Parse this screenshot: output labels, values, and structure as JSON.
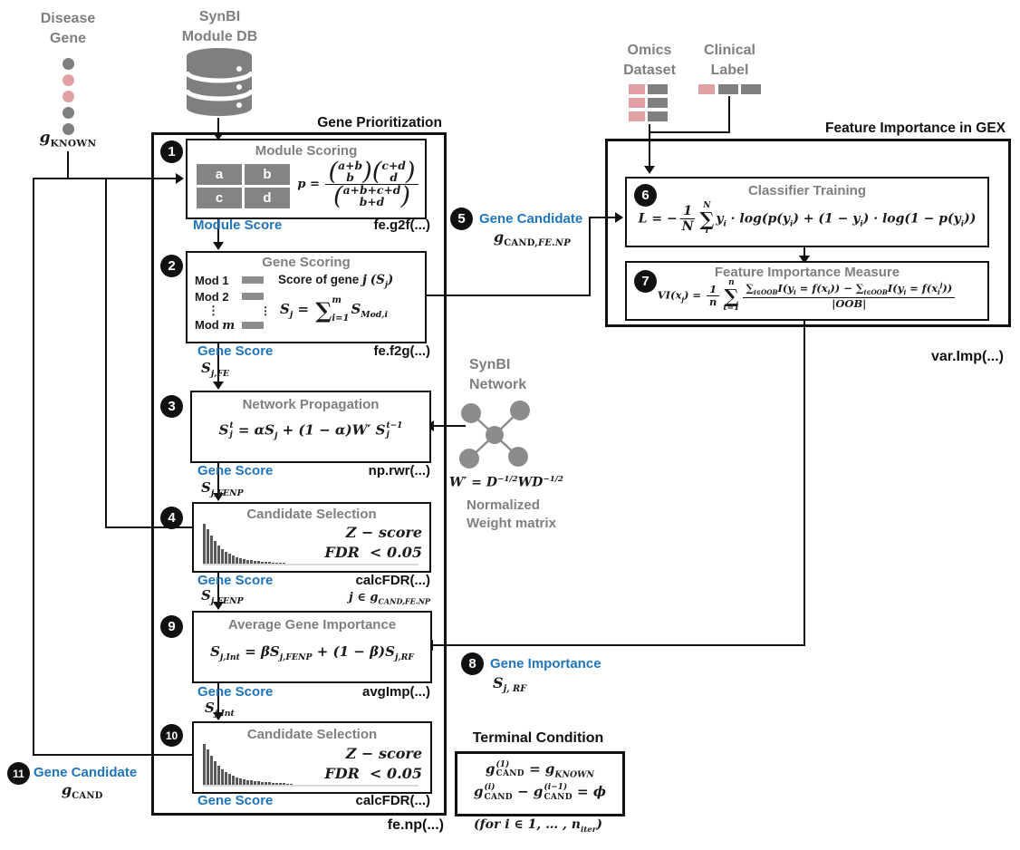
{
  "palette": {
    "blue": "#2175BC",
    "gray": "#7f7f7f",
    "pink": "#e0a0a4",
    "bar_dark": "#595959",
    "line": "#111111"
  },
  "sources": {
    "disease_gene": {
      "label": "Disease\nGene",
      "symbol_html": "g<sub class='rm'>KNOWN</sub>",
      "dot_colors": [
        "#7f7f7f",
        "#e0a0a4",
        "#e0a0a4",
        "#7f7f7f",
        "#7f7f7f"
      ]
    },
    "module_db": {
      "label": "SynBI\nModule DB"
    },
    "omics": {
      "label": "Omics\nDataset"
    },
    "clinical": {
      "label": "Clinical\nLabel"
    },
    "synbi_network": {
      "label": "SynBI\nNetwork",
      "weight_eq_html": "W′ = D<sup>−1/2</sup>WD<sup>−1/2</sup>",
      "caption": "Normalized\nWeight matrix"
    }
  },
  "gene_prioritization": {
    "title": "Gene Prioritization",
    "footer_fn": "fe.np(...)",
    "step1": {
      "num": "1",
      "title": "Module Scoring",
      "cells": [
        "a",
        "b",
        "c",
        "d"
      ],
      "eq_html": "p = <span class='fr'><span class='nu'><span class='bn'><span class='par'>(</span><span class='st'><span>a+b</span><span>b</span></span><span class='par'>)</span></span><span class='bn'><span class='par'>(</span><span class='st'><span>c+d</span><span>d</span></span><span class='par'>)</span></span></span><span class='de'><span class='bn'><span class='par'>(</span><span class='st'><span>a+b+c+d</span><span>b+d</span></span><span class='par'>)</span></span></span></span>",
      "out_label": "Module Score",
      "fn": "fe.g2f(...)"
    },
    "step2": {
      "num": "2",
      "title": "Gene Scoring",
      "rows_html": [
        "Mod 1",
        "Mod 2",
        "⋮",
        "Mod <i class='math'>m</i>"
      ],
      "caption_html": "Score of gene <span class='math'>j</span> <span class='math'>(S<sub>j</sub>)</span>",
      "eq_html": "S<sub>j</sub> = <span class='sum2'><span class='sg'>∑</span><span class='col'><span>m</span><span>i=1</span></span></span>S<sub>Mod,i</sub>",
      "out_label": "Gene Score",
      "fn": "fe.f2g(...)",
      "out_sym_html": "S<sub>j,FE</sub>"
    },
    "step3": {
      "num": "3",
      "title": "Network Propagation",
      "eq_html": "S<span class='ssv'><span>t</span><span>j</span></span> = αS<sub>j</sub> + (1 − α)W′ S<span class='ssv'><span>t−1</span><span>j</span></span>",
      "out_label": "Gene Score",
      "fn": "np.rwr(...)",
      "out_sym_html": "S<sub>j,FENP</sub>"
    },
    "step4": {
      "num": "4",
      "title": "Candidate Selection",
      "crit1_html": "Z − score",
      "crit2_html": "FDR &nbsp;&lt; 0.05",
      "out_label": "Gene Score",
      "fn": "calcFDR(...)",
      "out_sym_html": "S<sub>j,FENP</sub>",
      "member_html": "j ∈ g<sub>CAND,FE.NP</sub>"
    },
    "step9": {
      "num": "9",
      "title": "Average Gene Importance",
      "eq_html": "S<sub>j,Int</sub> = βS<sub>j,FENP</sub> + (1 − β)S<sub>j,RF</sub>",
      "out_label": "Gene Score",
      "fn": "avgImp(...)",
      "out_sym_html": "S<sub>j,Int</sub>"
    },
    "step10": {
      "num": "10",
      "title": "Candidate Selection",
      "crit1_html": "Z − score",
      "crit2_html": "FDR &nbsp;&lt; 0.05",
      "out_label": "Gene Score",
      "fn": "calcFDR(...)"
    }
  },
  "feature_importance": {
    "title": "Feature Importance in GEX",
    "fn": "var.Imp(...)",
    "step6": {
      "num": "6",
      "title": "Classifier Training",
      "eq_html": "L = −<span class='fr'><span class='nu'>1</span><span class='de'>N</span></span><span class='sum'><span class='lt'>N</span><span class='sg'>∑</span><span class='lb'>i</span></span>y<sub>i</sub> · log(p(y<sub>i</sub>) + (1 − y<sub>i</sub>) · log(1 − p(y<sub>i</sub>))"
    },
    "step7": {
      "num": "7",
      "title": "Feature Importance Measure",
      "eq_html": "VI(x<sub>j</sub>) = <span class='fr'><span class='nu'>1</span><span class='de'>n</span></span><span class='sum'><span class='lt'>n</span><span class='sg'>∑</span><span class='lb'>t=1</span></span><span class='fr'><span class='nu'>∑<sub>i∈OOB</sub>I(y<sub>i</sub> = f(x<sub>i</sub>)) − ∑<sub>i∈OOB</sub>I(y<sub>i</sub> = f(x<sub>i</sub><sup>j</sup>))</span><span class='de'>|OOB|</span></span>"
    }
  },
  "side_labels": {
    "step5": {
      "num": "5",
      "title": "Gene Candidate",
      "sym_html": "g<sub class='rm'>CAND,<i>FE.NP</i></sub>"
    },
    "step8": {
      "num": "8",
      "title": "Gene Importance",
      "sym_html": "S<sub>j, RF</sub>"
    },
    "step11": {
      "num": "11",
      "title": "Gene Candidate",
      "sym_html": "g<sub class='rm'>CAND</sub>"
    }
  },
  "terminal": {
    "title": "Terminal Condition",
    "line1_html": "g<span class='ssv'><span>(1)</span><span class='rm'>CAND</span></span> = g<sub>KNOWN</sub>",
    "line2_html": "g<span class='ssv'><span>(i)</span><span class='rm'>CAND</span></span> − g<span class='ssv'><span>(i−1)</span><span class='rm'>CAND</span></span> = ϕ",
    "caption_html": "(for i ∈ 1, … , n<sub>iter</sub>)"
  },
  "histogram": {
    "bars": [
      46,
      40,
      33,
      27,
      22,
      18,
      15,
      13,
      11,
      9,
      8,
      7,
      6,
      6,
      5,
      5,
      4,
      4,
      4,
      3,
      3,
      3,
      3,
      2,
      2
    ]
  }
}
